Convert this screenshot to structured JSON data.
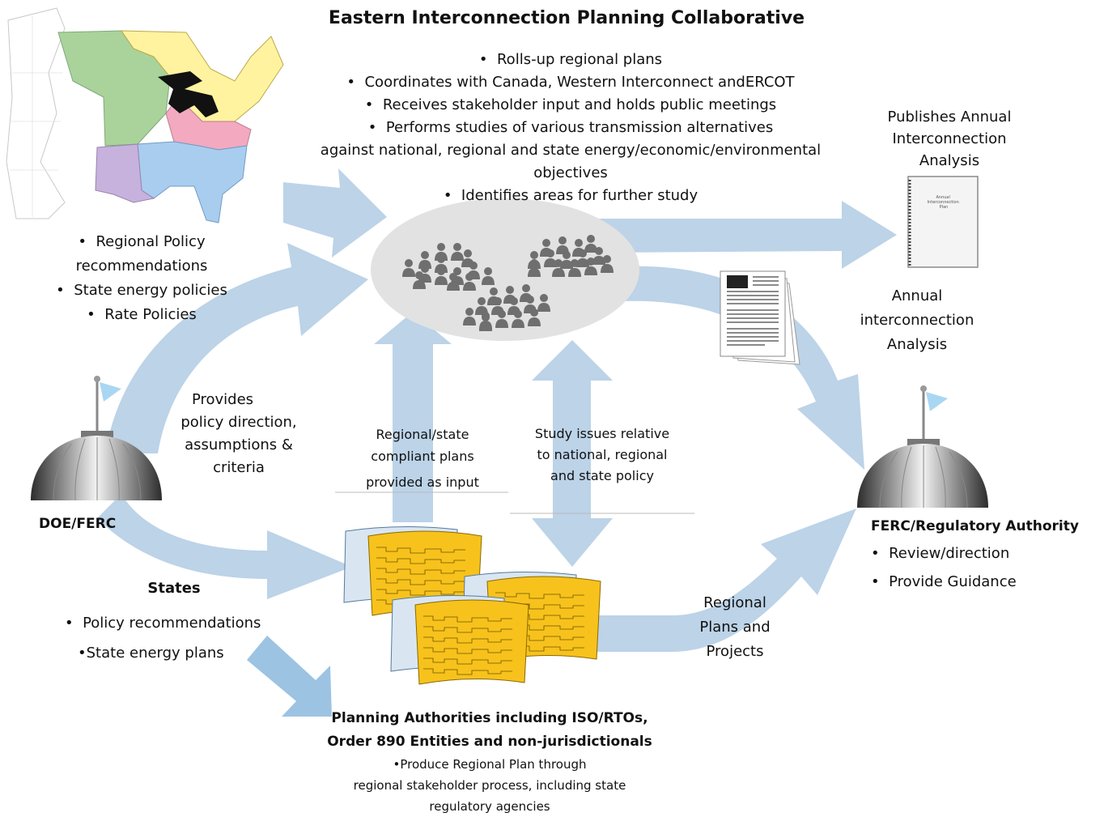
{
  "title": "Eastern Interconnection Planning Collaborative",
  "collaborative_bullets": [
    "Rolls-up regional plans",
    "Coordinates with Canada, Western Interconnect andERCOT",
    "Receives stakeholder input and holds public meetings",
    "Performs studies of various transmission alternatives",
    "against national, regional and state energy/economic/environmental",
    "objectives",
    "Identifies areas for further study"
  ],
  "regional_inputs": [
    "Regional Policy",
    "recommendations",
    "State energy policies",
    "Rate Policies"
  ],
  "publishes": [
    "Publishes Annual",
    "Interconnection",
    "Analysis"
  ],
  "book_cover": [
    "Annual",
    "Interconnection",
    "Plan"
  ],
  "annual_analysis": [
    "Annual",
    "interconnection",
    "Analysis"
  ],
  "provides": [
    "Provides",
    "policy direction,",
    "assumptions &",
    "criteria"
  ],
  "doe_label": "DOE/FERC",
  "regional_compliant": [
    "Regional/state",
    "compliant plans",
    "provided as input"
  ],
  "study_issues": [
    "Study issues relative",
    "to national, regional",
    "and state policy"
  ],
  "ferc_label": "FERC/Regulatory Authority",
  "ferc_bullets": [
    "Review/direction",
    "Provide Guidance"
  ],
  "states": {
    "title": "States",
    "bullets": [
      "Policy recommendations",
      "State energy plans"
    ]
  },
  "regional_plans": [
    "Regional",
    "Plans and",
    "Projects"
  ],
  "planning": {
    "title": [
      "Planning Authorities including ISO/RTOs,",
      "Order 890 Entities and non-jurisdictionals"
    ],
    "lines": [
      "•Produce Regional Plan through",
      "regional stakeholder  process, including state",
      "regulatory agencies"
    ]
  },
  "colors": {
    "arrow": "#bcd3e8",
    "arrow_dark": "#9dc3e3",
    "ellipse": "#e2e2e2",
    "people": "#6f6f6f",
    "plan_yellow": "#f7c21c",
    "map_green": "#a9d39a",
    "map_yellow": "#fff3a0",
    "map_pink": "#f3a9bf",
    "map_blue": "#a9cdef",
    "map_purple": "#c7b2dd"
  },
  "icons": [
    "people-group-icon",
    "capitol-dome-icon",
    "flag-icon",
    "report-book-icon",
    "document-stack-icon",
    "regional-plan-map-icon",
    "us-map-icon"
  ]
}
